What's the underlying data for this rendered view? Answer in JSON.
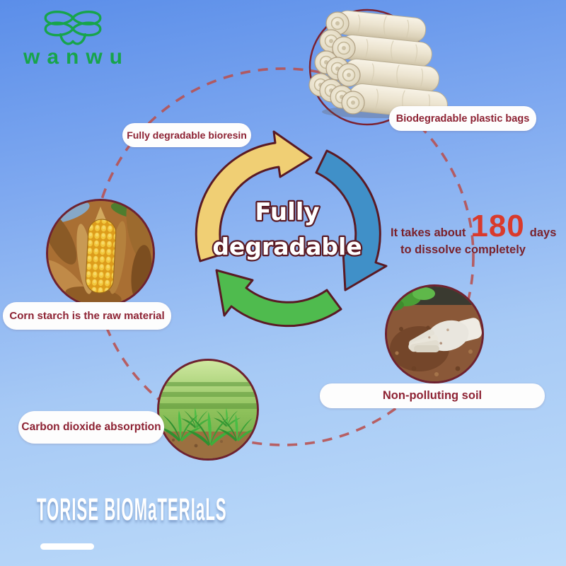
{
  "brand": {
    "wordmark": "wanwu"
  },
  "product": {
    "callout": "Biodegradable plastic bags"
  },
  "cycle": {
    "line1": "Fully",
    "line2": "degradable"
  },
  "callouts": {
    "bioresin": "Fully degradable bioresin",
    "corn_starch": "Corn starch is the raw material",
    "co2": "Carbon dioxide absorption",
    "soil": "Non-polluting soil"
  },
  "dissolve": {
    "prefix": "It takes about",
    "number": "180",
    "unit": "days",
    "line2": "to dissolve completely"
  },
  "footer": {
    "wordmark": "TORISE BIOMaTERIaLS"
  },
  "colors": {
    "logo_green": "#17a44b",
    "arrow_yellow": "#f0cf74",
    "arrow_blue": "#4090c8",
    "arrow_green": "#4fbb4e",
    "arrow_outline": "#5a1a24",
    "label_text": "#8d2233",
    "dash_red": "#b8504f",
    "number_red": "#d93a2c",
    "sky_top": "#5b8ee9",
    "sky_bottom": "#bedcfa"
  }
}
